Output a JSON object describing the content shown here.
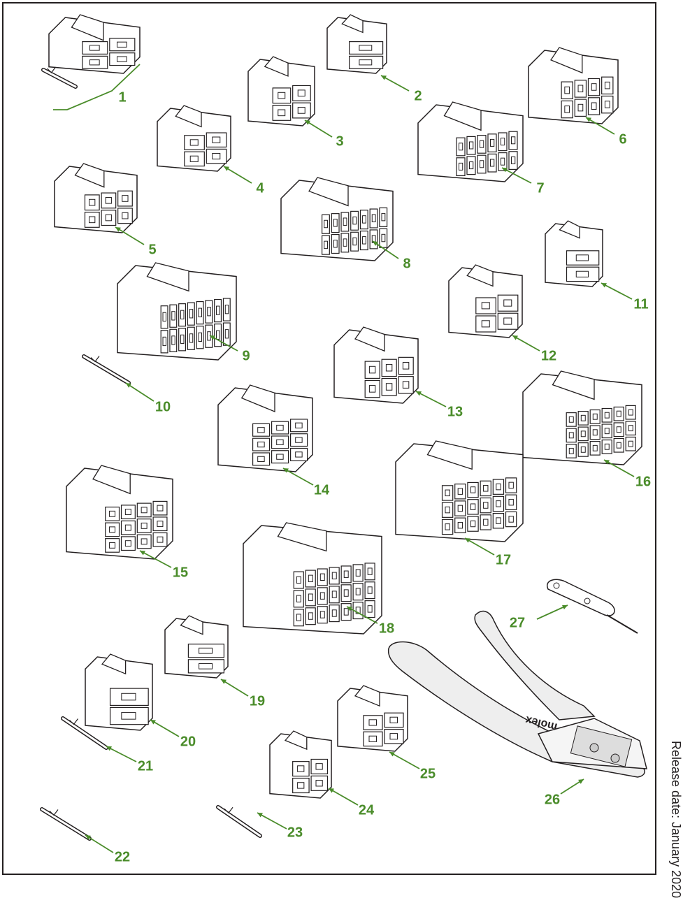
{
  "theme": {
    "callout_color": "#4a8c2a",
    "outline_color": "#231f20",
    "part_fill": "#ffffff",
    "tool_fill": "#eeeeee"
  },
  "release_text": "Release date: January 2020",
  "brand_text": "molex",
  "callouts": [
    {
      "id": 1,
      "label": "1"
    },
    {
      "id": 2,
      "label": "2"
    },
    {
      "id": 3,
      "label": "3"
    },
    {
      "id": 4,
      "label": "4"
    },
    {
      "id": 5,
      "label": "5"
    },
    {
      "id": 6,
      "label": "6"
    },
    {
      "id": 7,
      "label": "7"
    },
    {
      "id": 8,
      "label": "8"
    },
    {
      "id": 9,
      "label": "9"
    },
    {
      "id": 10,
      "label": "10"
    },
    {
      "id": 11,
      "label": "11"
    },
    {
      "id": 12,
      "label": "12"
    },
    {
      "id": 13,
      "label": "13"
    },
    {
      "id": 14,
      "label": "14"
    },
    {
      "id": 15,
      "label": "15"
    },
    {
      "id": 16,
      "label": "16"
    },
    {
      "id": 17,
      "label": "17"
    },
    {
      "id": 18,
      "label": "18"
    },
    {
      "id": 19,
      "label": "19"
    },
    {
      "id": 20,
      "label": "20"
    },
    {
      "id": 21,
      "label": "21"
    },
    {
      "id": 22,
      "label": "22"
    },
    {
      "id": 23,
      "label": "23"
    },
    {
      "id": 24,
      "label": "24"
    },
    {
      "id": 25,
      "label": "25"
    },
    {
      "id": 26,
      "label": "26"
    },
    {
      "id": 27,
      "label": "27"
    }
  ]
}
